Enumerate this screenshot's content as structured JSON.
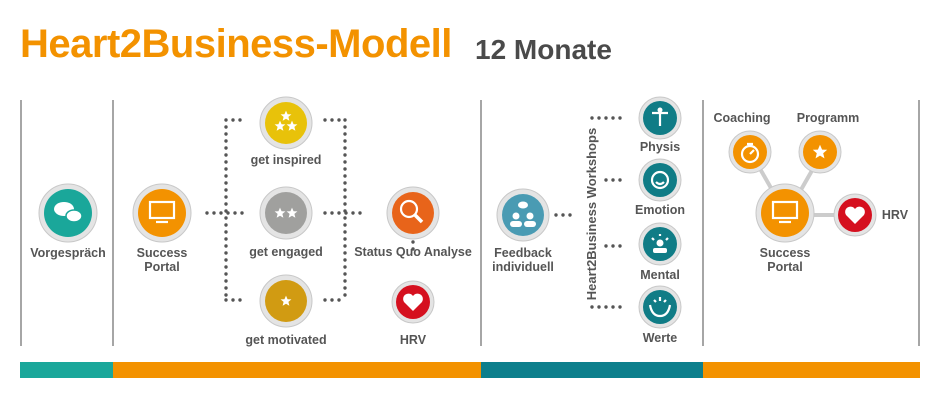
{
  "header": {
    "title": "Heart2Business-Modell",
    "duration": "12 Monate"
  },
  "colors": {
    "orange": "#f39200",
    "teal": "#1aa79a",
    "darkteal": "#107c86",
    "red": "#d5101f",
    "yellow": "#e8c20a",
    "ochre": "#d19b12",
    "gray": "#a0a09e",
    "blue": "#4a9bb3",
    "orangered": "#e8641a"
  },
  "phase1": {
    "vorgespraech": "Vorgespräch"
  },
  "phase2": {
    "portal_line1": "Success",
    "portal_line2": "Portal",
    "inspired": "get inspired",
    "engaged": "get engaged",
    "motivated": "get motivated",
    "status": "Status Quo Analyse",
    "hrv": "HRV"
  },
  "phase3": {
    "feedback_line1": "Feedback",
    "feedback_line2": "individuell",
    "workshops": "Heart2Business Workshops",
    "physis": "Physis",
    "emotion": "Emotion",
    "mental": "Mental",
    "werte": "Werte"
  },
  "phase4": {
    "coaching": "Coaching",
    "programm": "Programm",
    "portal_line1": "Success",
    "portal_line2": "Portal",
    "hrv": "HRV"
  }
}
